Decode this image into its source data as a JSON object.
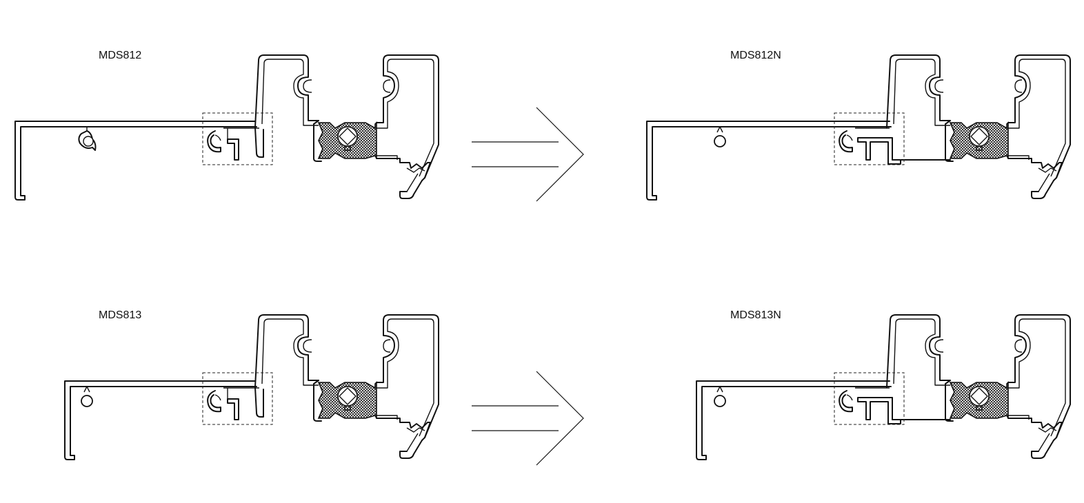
{
  "profiles": [
    {
      "id": "top-left",
      "label": "MDS812"
    },
    {
      "id": "top-right",
      "label": "MDS812N"
    },
    {
      "id": "bottom-left",
      "label": "MDS813"
    },
    {
      "id": "bottom-right",
      "label": "MDS813N"
    }
  ],
  "colors": {
    "line": "#111111",
    "background": "#ffffff"
  },
  "arrows": [
    {
      "from": "MDS812",
      "to": "MDS812N"
    },
    {
      "from": "MDS813",
      "to": "MDS813N"
    }
  ]
}
